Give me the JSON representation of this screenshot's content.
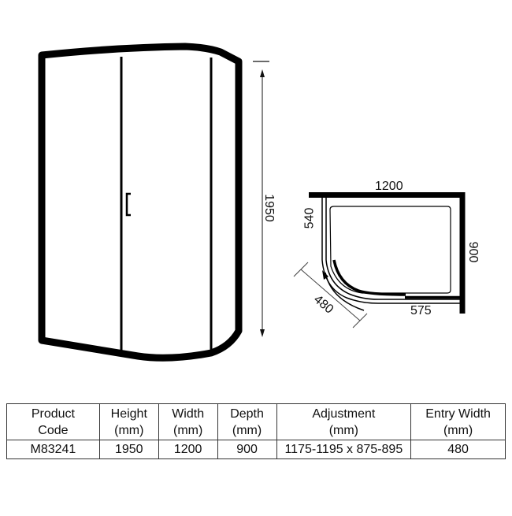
{
  "elevation": {
    "height_label": "1950"
  },
  "plan": {
    "width_label": "1200",
    "depth_label": "900",
    "side_label": "540",
    "entry_label": "480",
    "return_label": "575"
  },
  "table": {
    "headers": [
      {
        "line1": "Product",
        "line2": "Code"
      },
      {
        "line1": "Height",
        "line2": "(mm)"
      },
      {
        "line1": "Width",
        "line2": "(mm)"
      },
      {
        "line1": "Depth",
        "line2": "(mm)"
      },
      {
        "line1": "Adjustment",
        "line2": "(mm)"
      },
      {
        "line1": "Entry Width",
        "line2": "(mm)"
      }
    ],
    "rows": [
      [
        "M83241",
        "1950",
        "1200",
        "900",
        "1175-1195 x 875-895",
        "480"
      ]
    ]
  }
}
